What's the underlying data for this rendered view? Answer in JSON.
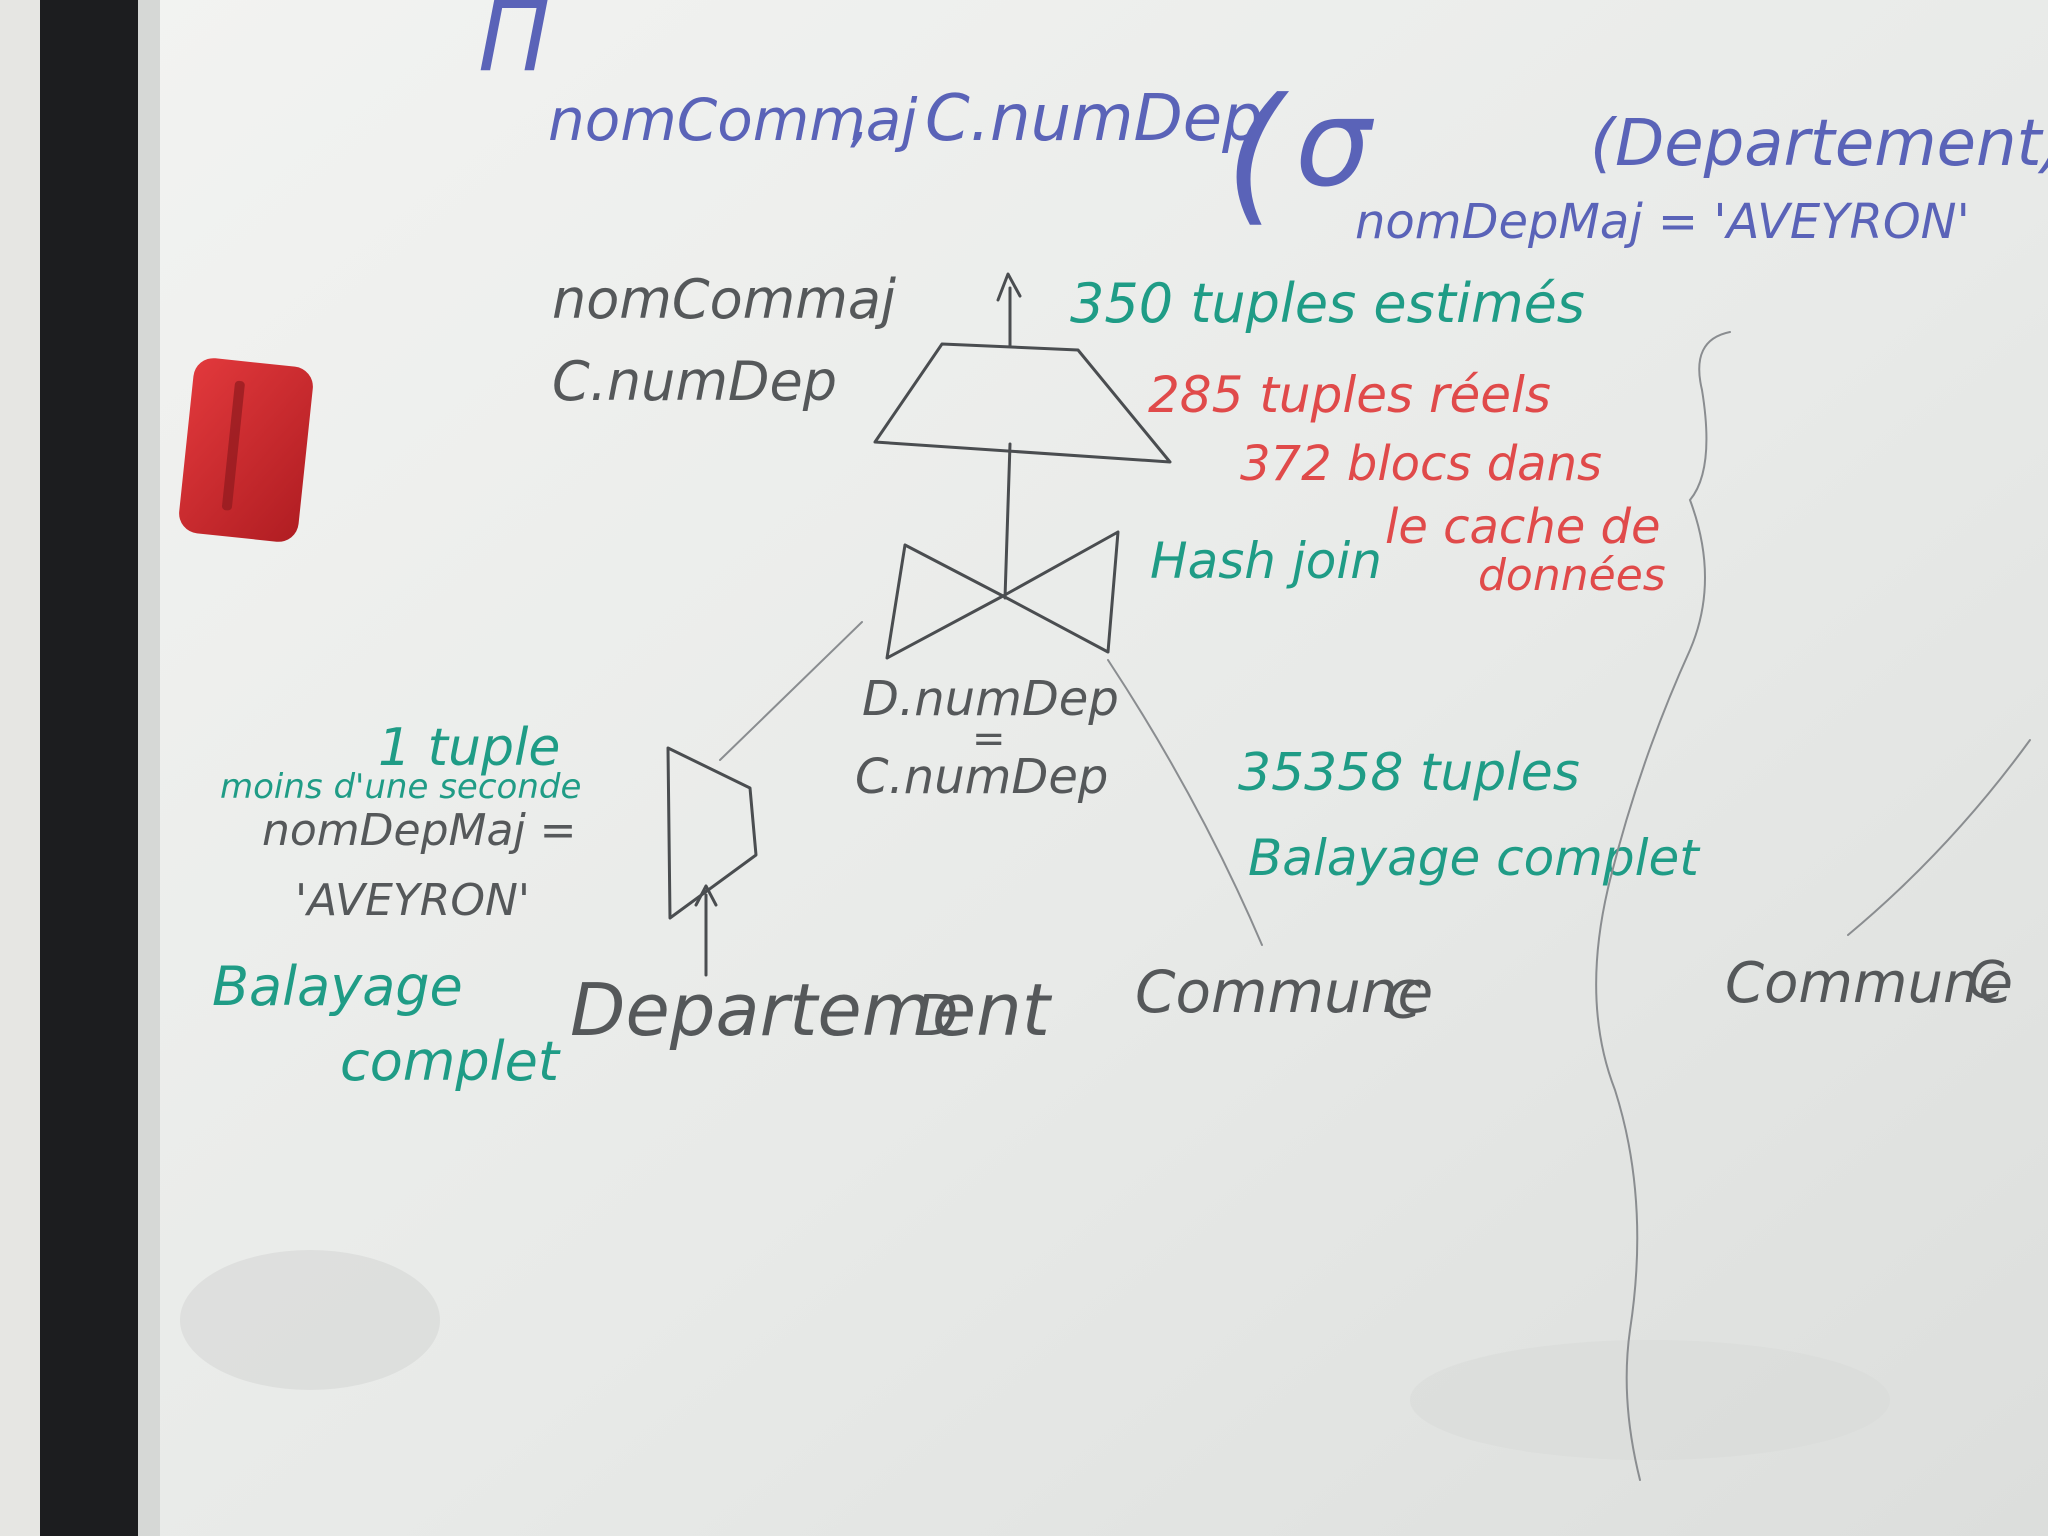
{
  "colors": {
    "ink_blue": "#5a63b8",
    "ink_grey": "#55585a",
    "ink_green": "#1f9c86",
    "ink_red": "#e04a4a",
    "eraser_red": "#d42a2e",
    "board_white": "#eceeec",
    "frame_black": "#1c1d1f"
  },
  "formula": {
    "pi_symbol": "Π",
    "pi_subscript": "nomCommaj",
    "comma": ",",
    "num_dep": "C.numDep",
    "open_paren": "(",
    "sigma_symbol": "σ",
    "sigma_condition": "nomDepMaj = 'AVEYRON'",
    "relation": "(Departement)"
  },
  "projection": {
    "attr1": "nomCommaj",
    "attr2": "C.numDep",
    "estimate": "350 tuples estimés",
    "real": "285 tuples réels",
    "blocks_line1": "372 blocs dans",
    "blocks_line2": "le cache de",
    "blocks_line3": "données"
  },
  "join": {
    "label": "Hash join",
    "cond_left": "D.numDep",
    "cond_eq": "=",
    "cond_right": "C.numDep"
  },
  "selection": {
    "tuples": "1 tuple",
    "time": "moins d'une seconde",
    "cond_line1": "nomDepMaj =",
    "cond_line2": "'AVEYRON'",
    "scan_line1": "Balayage",
    "scan_line2": "complet"
  },
  "relations": {
    "departement": "Departement",
    "departement_alias": "D",
    "commune": "Commune",
    "commune_alias": "C",
    "commune2": "Commune",
    "commune2_alias": "C"
  },
  "commune_scan": {
    "tuples": "35358 tuples",
    "scan": "Balayage complet"
  }
}
